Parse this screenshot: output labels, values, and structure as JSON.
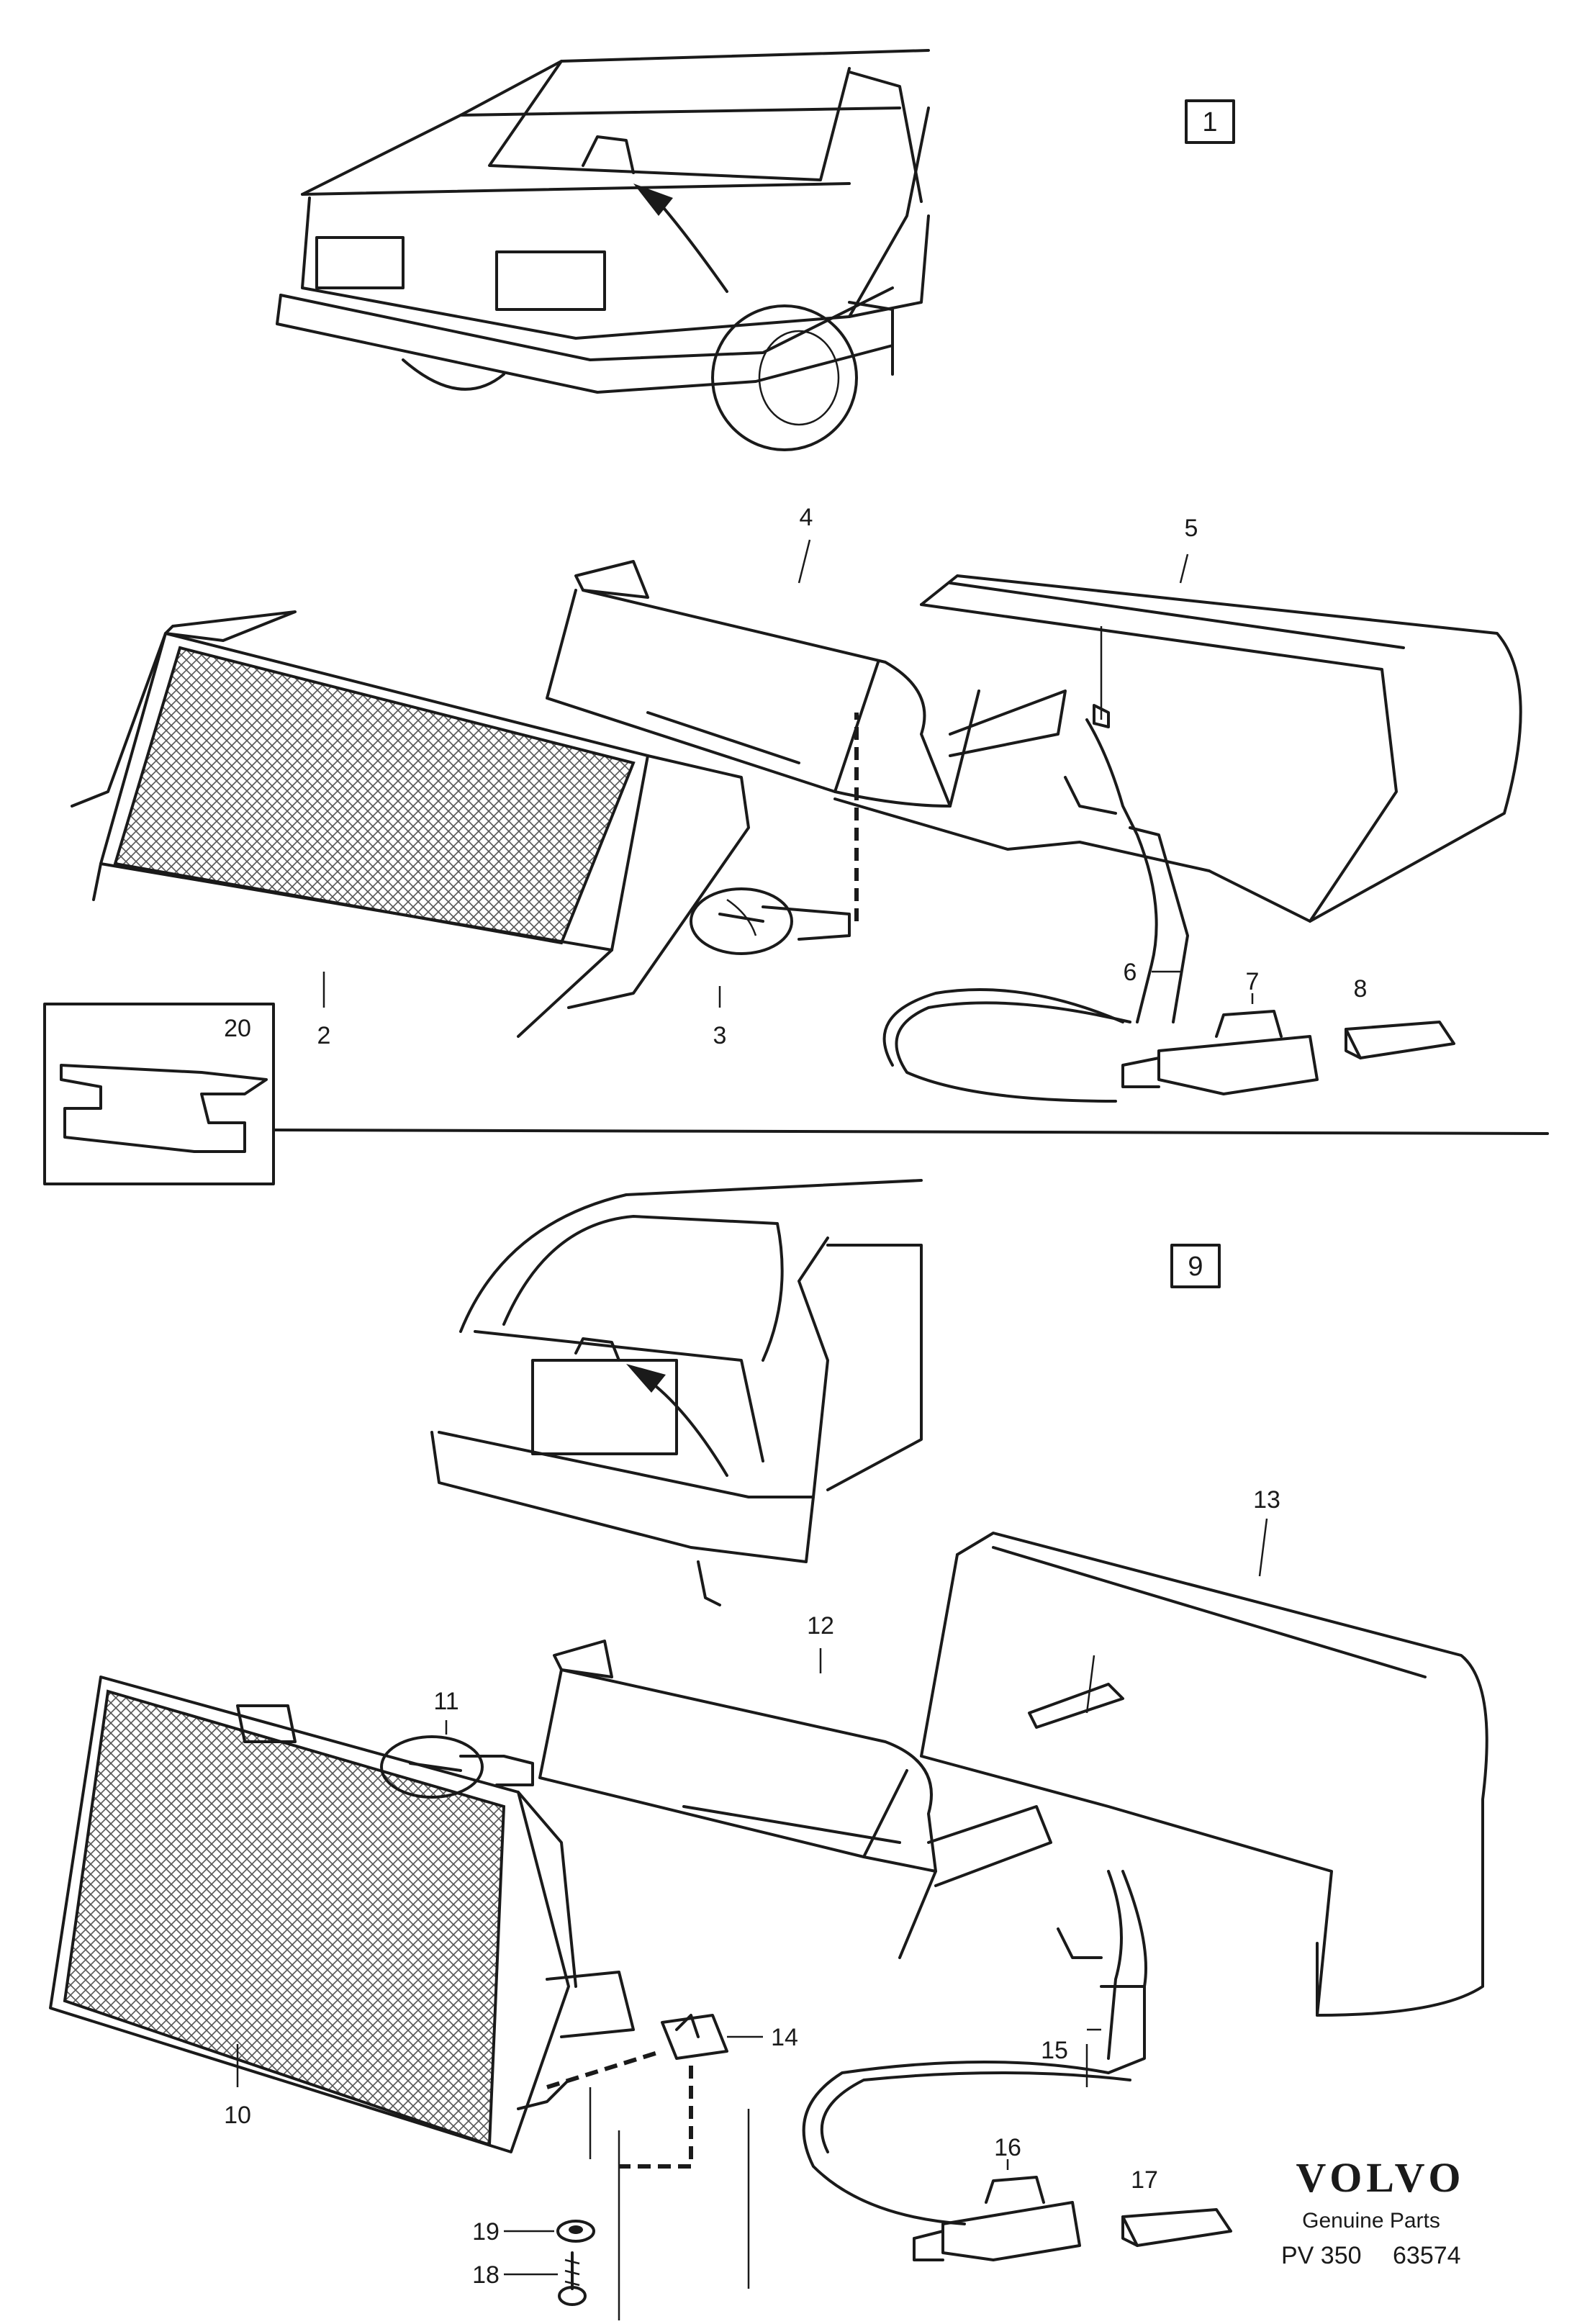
{
  "diagram": {
    "view_labels": [
      "1",
      "9"
    ],
    "callouts": [
      "2",
      "3",
      "4",
      "5",
      "6",
      "7",
      "8",
      "20",
      "10",
      "11",
      "12",
      "13",
      "14",
      "15",
      "16",
      "17",
      "18",
      "19"
    ]
  },
  "brand": {
    "name": "VOLVO",
    "subtitle": "Genuine Parts",
    "code_prefix": "PV 350",
    "code_number": "63574"
  }
}
